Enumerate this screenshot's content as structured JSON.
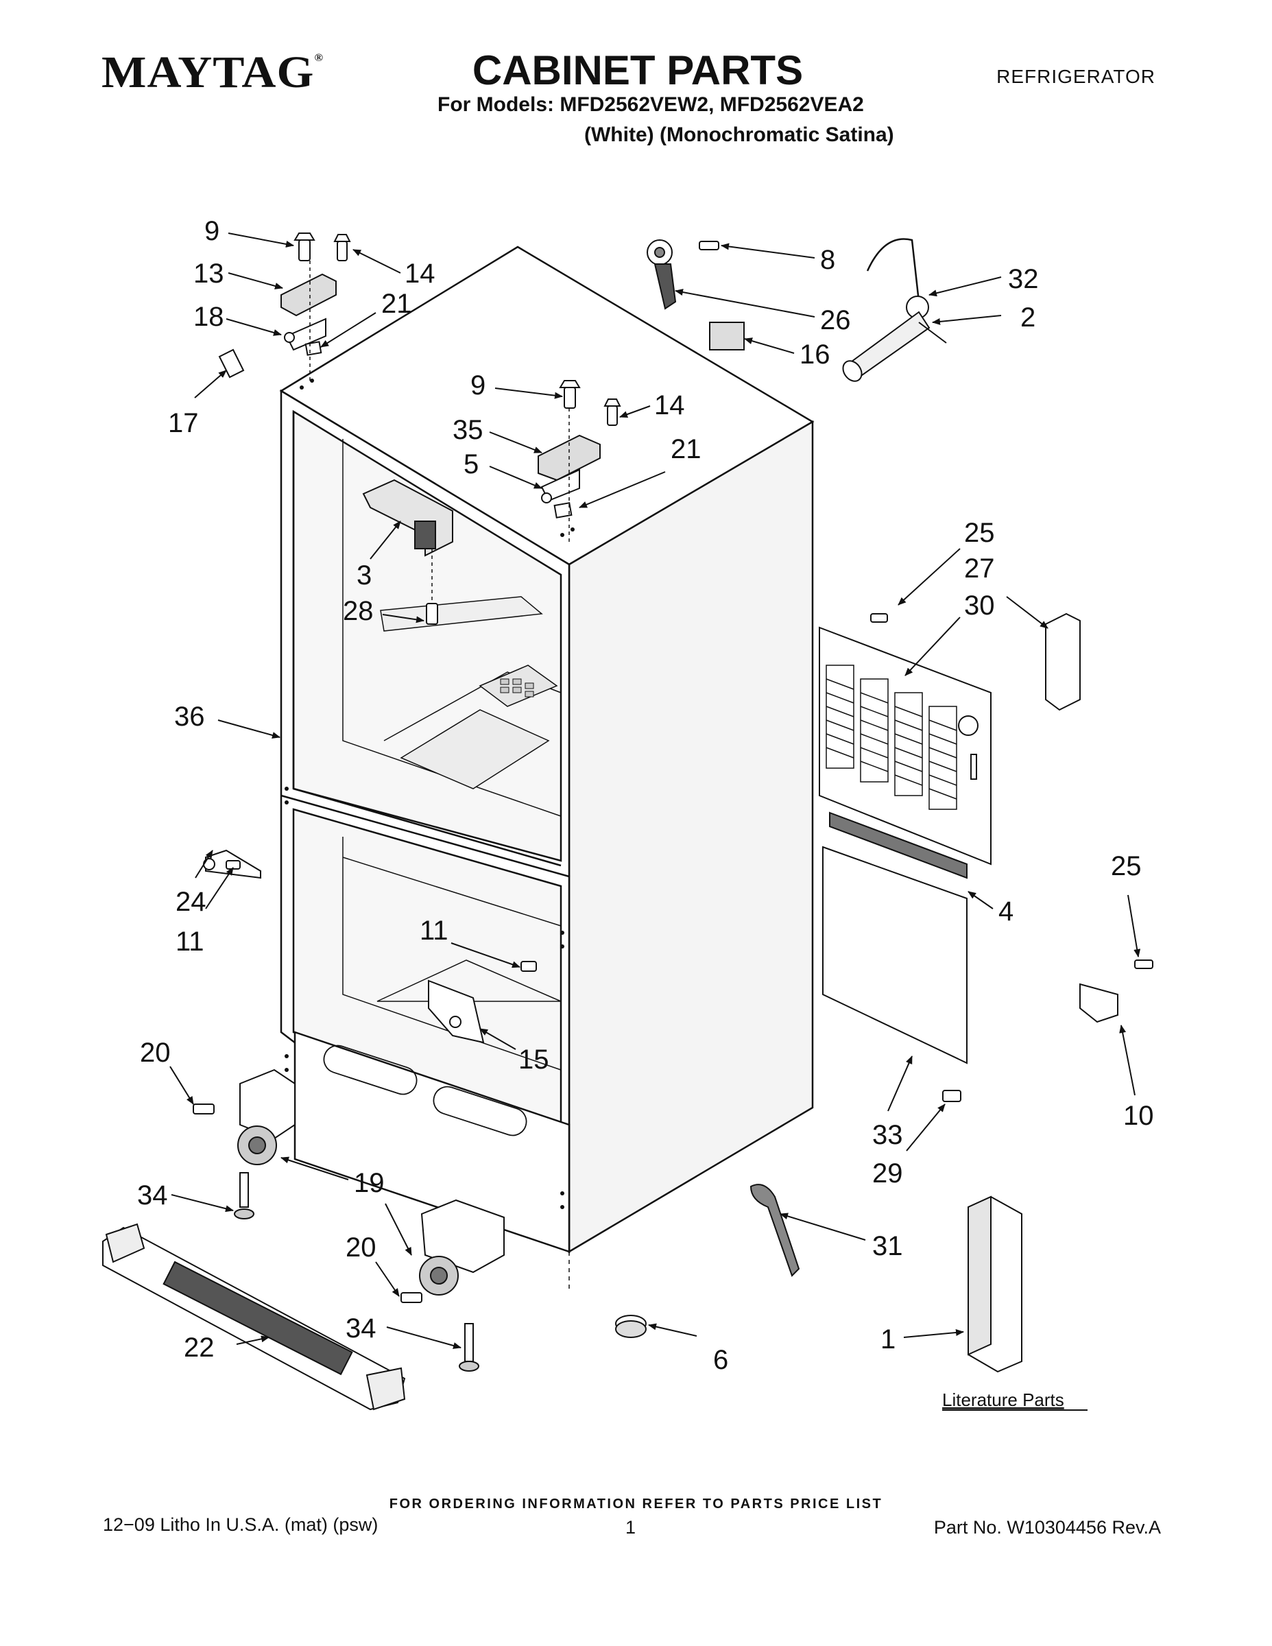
{
  "header": {
    "brand": "MAYTAG",
    "brand_mark": "®",
    "title": "CABINET PARTS",
    "product": "REFRIGERATOR",
    "models_line": "For Models: MFD2562VEW2, MFD2562VEA2",
    "variants_line": "(White) (Monochromatic Satina)"
  },
  "diagram": {
    "callouts": [
      "9",
      "13",
      "14",
      "18",
      "21",
      "17",
      "8",
      "26",
      "16",
      "32",
      "2",
      "9",
      "14",
      "35",
      "5",
      "21",
      "3",
      "28",
      "25",
      "27",
      "30",
      "36",
      "24",
      "11",
      "11",
      "15",
      "4",
      "25",
      "10",
      "20",
      "19",
      "34",
      "33",
      "29",
      "20",
      "34",
      "31",
      "22",
      "6",
      "1"
    ],
    "literature_label": "Literature Parts"
  },
  "footer": {
    "ordering_note": "FOR ORDERING INFORMATION REFER TO PARTS PRICE LIST",
    "print_info": "12−09 Litho In U.S.A. (mat) (psw)",
    "page_number": "1",
    "part_number": "Part No. W10304456 Rev.A"
  }
}
